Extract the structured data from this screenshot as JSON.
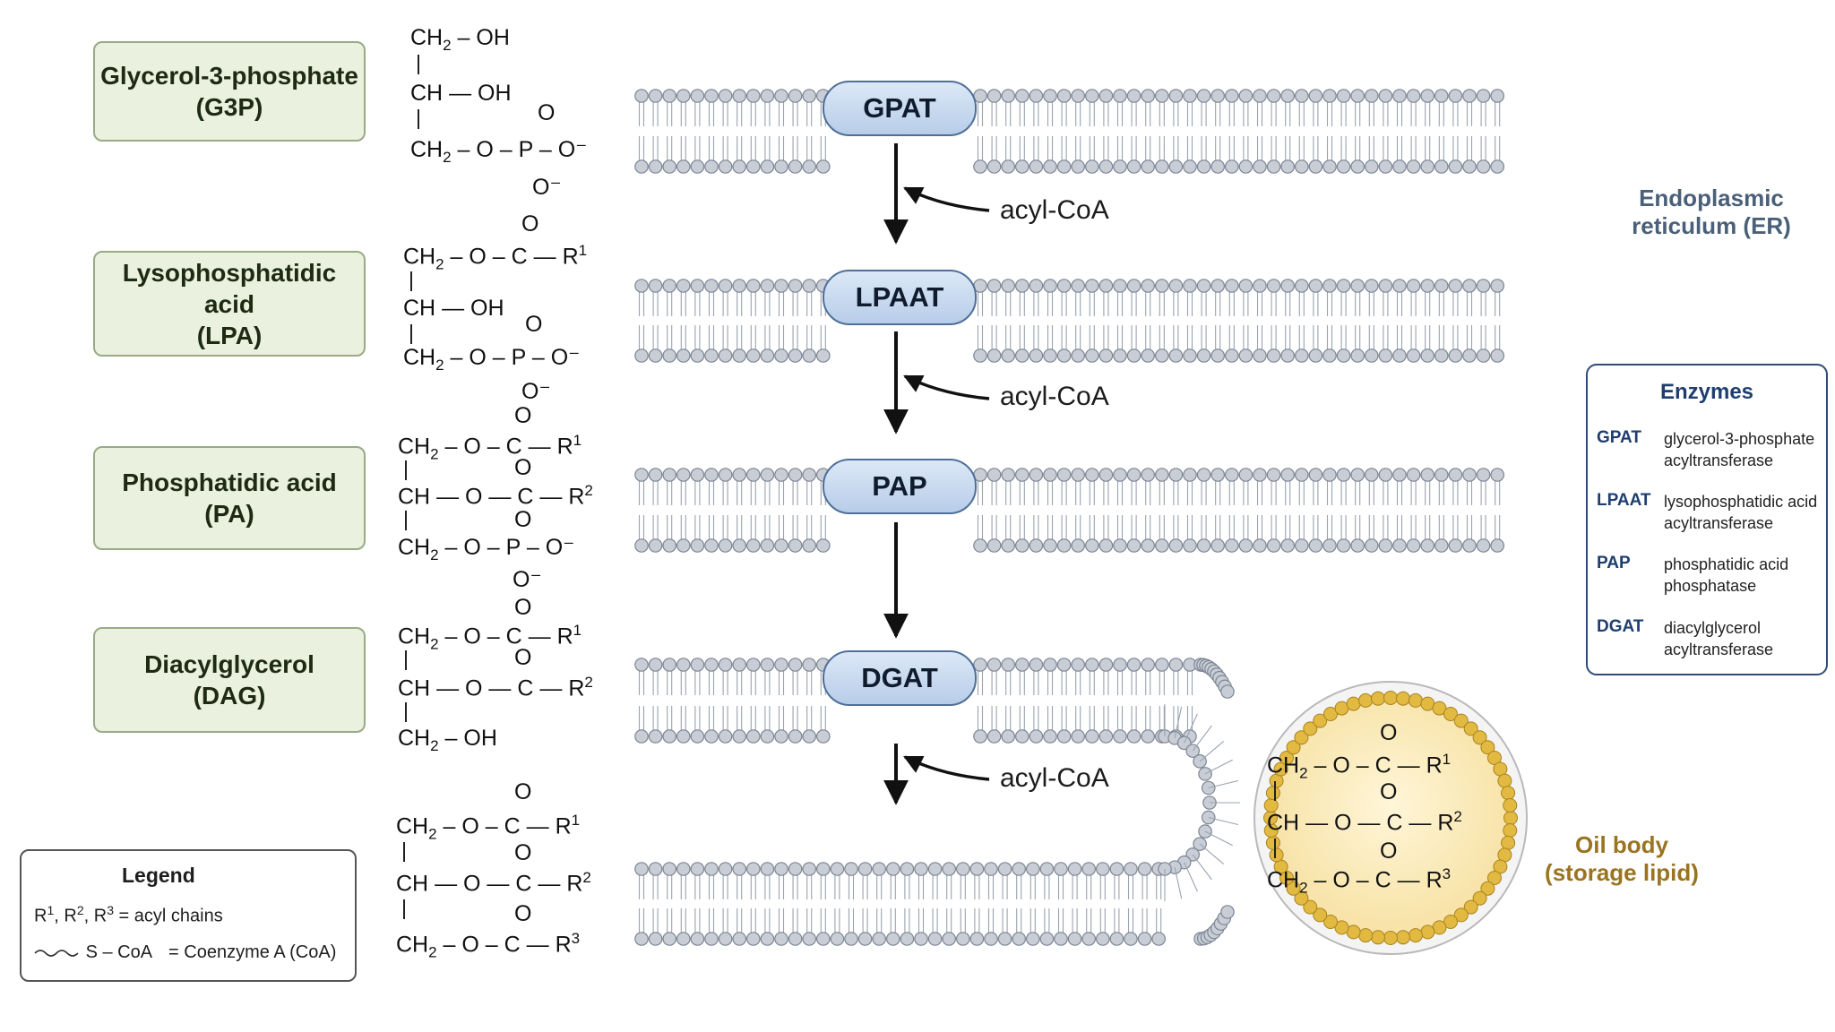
{
  "metabolites": [
    {
      "name": "Glycerol-3-phosphate",
      "abbr": "(G3P)"
    },
    {
      "name": "Lysophosphatidic acid",
      "abbr": "(LPA)"
    },
    {
      "name": "Phosphatidic acid",
      "abbr": "(PA)"
    },
    {
      "name": "Diacylglycerol",
      "abbr": "(DAG)"
    }
  ],
  "enzymes": [
    "GPAT",
    "LPAAT",
    "PAP",
    "DGAT"
  ],
  "cofactor": "acyl-CoA",
  "structure_text": {
    "ch2": "CH",
    "ch": "CH",
    "two": "2",
    "oh": "– OH",
    "oh2": "— OH",
    "o": "O",
    "p": "P",
    "c": "C",
    "ominus": "O⁻",
    "dash_o": "– O –",
    "dash_o_long": "— O —",
    "r1": "1",
    "r2": "2",
    "r3": "3",
    "rtxt": "R",
    "dash": "–",
    "em": "—"
  },
  "regions": {
    "er_line1": "Endoplasmic",
    "er_line2": "reticulum (ER)",
    "oil_line1": "Oil body",
    "oil_line2": "(storage lipid)"
  },
  "enzymes_panel": {
    "title": "Enzymes",
    "items": [
      {
        "abbr": "GPAT",
        "line1": "glycerol-3-phosphate",
        "line2": "acyltransferase"
      },
      {
        "abbr": "LPAAT",
        "line1": "lysophosphatidic acid",
        "line2": "acyltransferase"
      },
      {
        "abbr": "PAP",
        "line1": "phosphatidic acid",
        "line2": "phosphatase"
      },
      {
        "abbr": "DGAT",
        "line1": "diacylglycerol",
        "line2": "acyltransferase"
      }
    ]
  },
  "legend": {
    "title": "Legend",
    "r_label": "R",
    "sup1": "1",
    "sup2": "2",
    "sup3": "3",
    "sep": ", ",
    "acyl_def": " =  acyl chains",
    "scoa": "S – CoA",
    "coa_def": "=  Coenzyme A (CoA)"
  },
  "colors": {
    "membrane_head": "#c9ced6",
    "membrane_outline": "#7b8594",
    "enzyme_fill": "#c6d8ee",
    "oil_fill": "#fbe9b6",
    "oil_beads": "#e2b941",
    "box_fill": "#eaf2df"
  }
}
